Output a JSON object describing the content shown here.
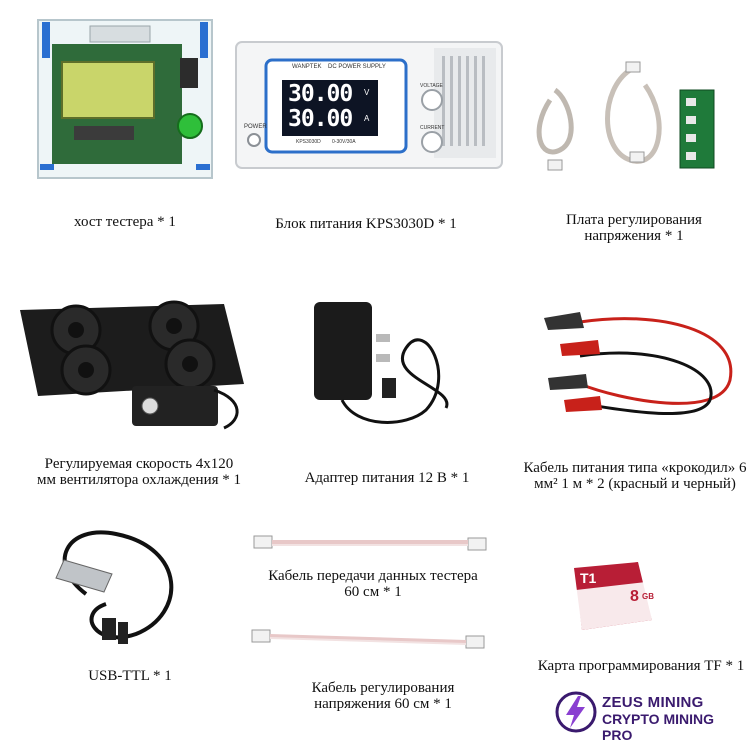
{
  "items": [
    {
      "caption": "хост тестера * 1"
    },
    {
      "caption": "Блок питания KPS3030D * 1"
    },
    {
      "caption": "Плата регулирования напряжения * 1"
    },
    {
      "caption": "Регулируемая скорость 4x120 мм вентилятора охлаждения * 1"
    },
    {
      "caption": "Адаптер питания 12 В * 1"
    },
    {
      "caption": "Кабель питания типа «крокодил» 6 мм² 1 м * 2 (красный и черный)"
    },
    {
      "caption": "USB-TTL * 1"
    },
    {
      "caption": "Кабель передачи данных тестера 60 см * 1"
    },
    {
      "caption": "Карта программирования TF * 1"
    },
    {
      "caption": "Кабель регулирования напряжения 60 см * 1"
    }
  ],
  "psu_display": {
    "brand": "WANPTEK",
    "title": "DC POWER SUPPLY",
    "voltage": "30.00",
    "voltage_unit": "V",
    "current": "30.00",
    "current_unit": "A",
    "model": "KPS3030D",
    "spec": "0-30V/30A",
    "power_label": "POWER",
    "knob1": "VOLTAGE",
    "knob2": "CURRENT"
  },
  "tf_card": {
    "label": "T1",
    "capacity": "8",
    "unit": "GB"
  },
  "logo": {
    "name": "ZEUS MINING",
    "tagline": "CRYPTO MINING PRO"
  }
}
